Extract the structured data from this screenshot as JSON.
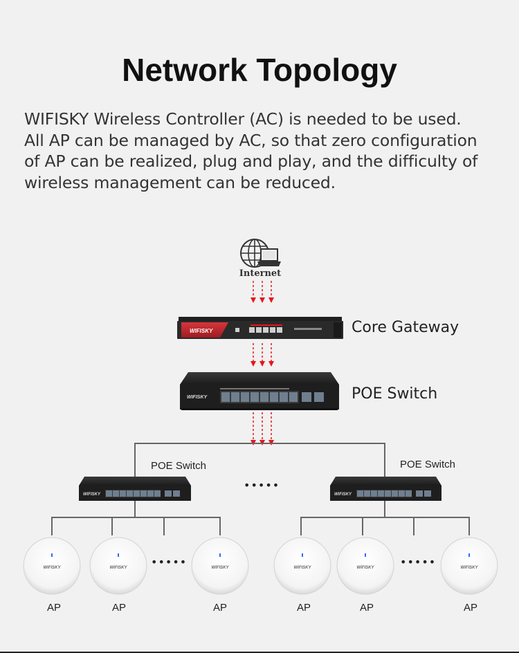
{
  "title": "Network Topology",
  "description": [
    "WIFISKY Wireless Controller (AC) is needed to be used.",
    "All AP can be managed by AC, so that zero configuration",
    "of AP can be realized, plug and play, and the difficulty of",
    "wireless management can be reduced."
  ],
  "diagram": {
    "internet_label": "Internet",
    "core_gateway_label": "Core Gateway",
    "poe_switch_main_label": "POE Switch",
    "poe_switch_left_label": "POE Switch",
    "poe_switch_right_label": "POE Switch",
    "middle_ellipsis": "•••••",
    "left_ellipsis": "•••••",
    "right_ellipsis": "•••••",
    "brand_text": "WIFISKY",
    "ap_labels": [
      "AP",
      "AP",
      "AP",
      "AP",
      "AP",
      "AP"
    ]
  },
  "colors": {
    "arrow": "#e8141b",
    "gateway_body": "#c4262d",
    "switch_body": "#2b2b2b",
    "line": "#666666",
    "led": "#2a6cff"
  }
}
